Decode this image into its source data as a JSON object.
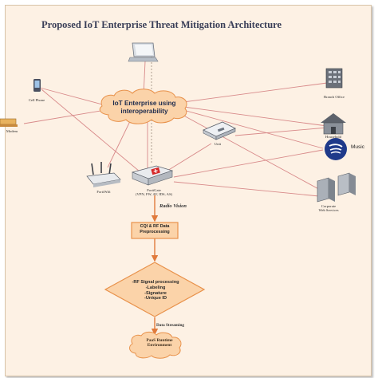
{
  "title": "Proposed IoT Enterprise Threat Mitigation  Architecture",
  "hub": {
    "lines": [
      "IoT Enterprise using",
      "interoperability"
    ]
  },
  "devices": {
    "laptop": "",
    "cell_phone": "Cell Phone",
    "modem": "Modem",
    "branch_office": "Branch Office",
    "household": "Household",
    "music": "Music",
    "unit": "Unit",
    "corporate": [
      "Corporate",
      "Web Services"
    ],
    "router_left": "FortiWifi",
    "router_right": [
      "FortiGate",
      "(VPN, FW, AV, IDS, AS)"
    ]
  },
  "flow": {
    "radio_vision": "Radio  Vision",
    "box": [
      "CQI & RF Data",
      "Preprocessing"
    ],
    "diamond": [
      "-RF Signal processing",
      "-Labeling",
      "-Signature",
      "-Unique  ID"
    ],
    "streaming": "Data Streaming",
    "runtime": [
      "PaaS Runtime",
      "Environment"
    ]
  },
  "colors": {
    "background": "#fdf1e4",
    "line": "#d88a8a",
    "flow_arrow": "#e07a3c",
    "shape_fill": "#fbd3a9",
    "shape_stroke": "#e8914a",
    "music": "#1f3a8a"
  },
  "icons": [
    "laptop-icon",
    "cell-phone-icon",
    "modem-icon",
    "branch-office-icon",
    "household-icon",
    "music-icon",
    "unit-icon",
    "corporate-web-services-icon",
    "wifi-router-icon",
    "firewall-appliance-icon"
  ]
}
